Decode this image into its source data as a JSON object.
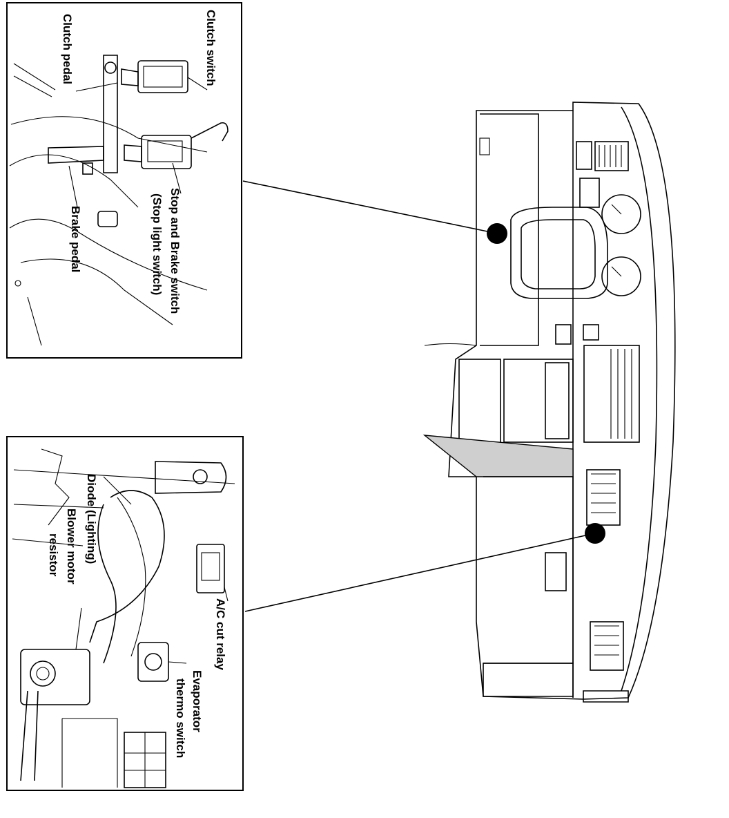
{
  "labels": {
    "clutch_switch": "Clutch switch",
    "clutch_pedal": "Clutch pedal",
    "stop_brake_switch": "Stop and Brake switch",
    "stop_light_switch": "(Stop light switch)",
    "brake_pedal": "Brake pedal",
    "diode": "Diode (Lighting)",
    "blower_resistor_1": "Blower motor",
    "blower_resistor_2": "resistor",
    "ac_cut_relay": "A/C cut relay",
    "evaporator_1": "Evaporator",
    "evaporator_2": "thermo switch"
  }
}
